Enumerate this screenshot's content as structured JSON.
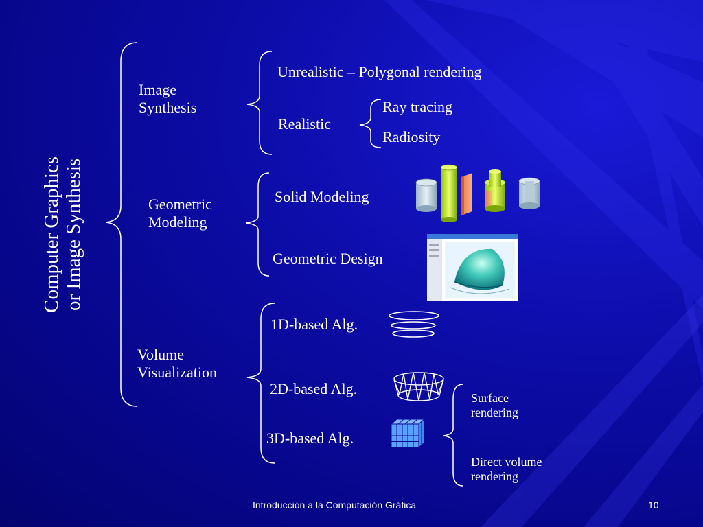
{
  "slide": {
    "vertical_title": [
      "Computer Graphics",
      "or Image Synthesis"
    ],
    "categories": {
      "image_synthesis": [
        "Image",
        "Synthesis"
      ],
      "geometric_modeling": [
        "Geometric",
        "Modeling"
      ],
      "volume_visualization": [
        "Volume",
        "Visualization"
      ]
    },
    "image_synthesis": {
      "unrealistic": "Unrealistic – Polygonal rendering",
      "realistic": "Realistic",
      "ray_tracing": "Ray tracing",
      "radiosity": "Radiosity"
    },
    "geometric_modeling": {
      "solid": "Solid Modeling",
      "design": "Geometric Design"
    },
    "volume_visualization": {
      "alg_1d": "1D-based Alg.",
      "alg_2d": "2D-based Alg.",
      "alg_3d": "3D-based Alg.",
      "surface": [
        "Surface",
        "rendering"
      ],
      "direct": [
        "Direct volume",
        "rendering"
      ]
    },
    "footer": {
      "course": "Introducción a la Computación Gráfica",
      "page": "10"
    }
  }
}
